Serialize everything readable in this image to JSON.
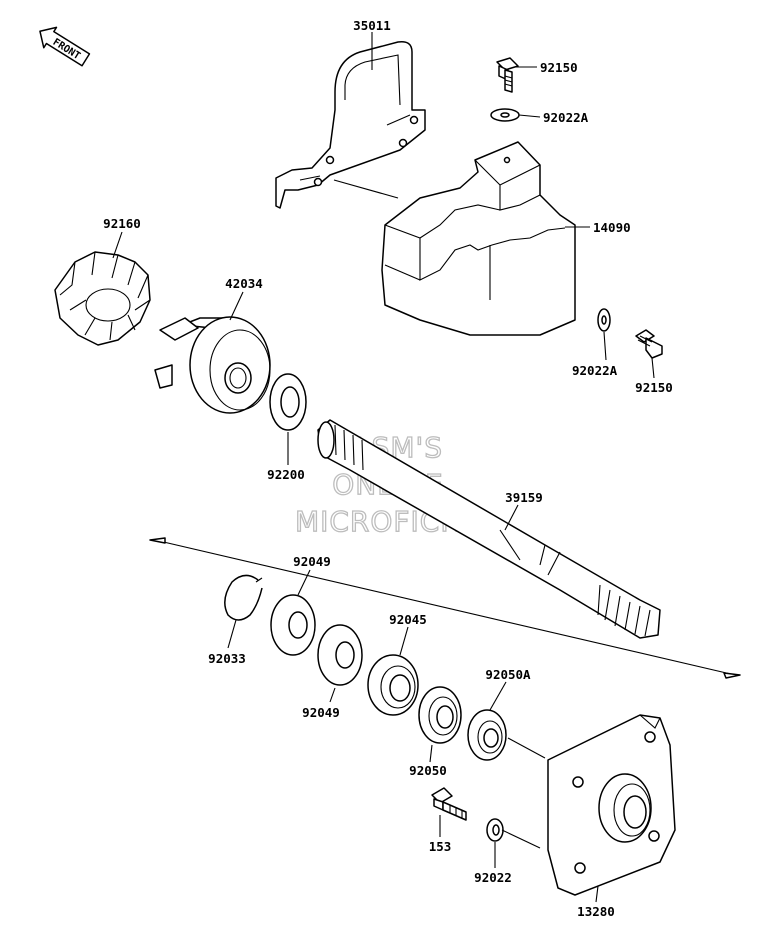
{
  "front_badge": "FRONT",
  "watermark": [
    "HLSM'S",
    "ONLINE",
    "MICROFICHE"
  ],
  "labels": {
    "p35011": "35011",
    "p92150_top": "92150",
    "p92022A_top": "92022A",
    "p14090": "14090",
    "p92022A_bot": "92022A",
    "p92150_bot": "92150",
    "p92160": "92160",
    "p42034": "42034",
    "p92200": "92200",
    "p39159": "39159",
    "p92049_top": "92049",
    "p92033": "92033",
    "p92045": "92045",
    "p92049_bot": "92049",
    "p92050A": "92050A",
    "p92050": "92050",
    "p153": "153",
    "p92022": "92022",
    "p13280": "13280"
  }
}
